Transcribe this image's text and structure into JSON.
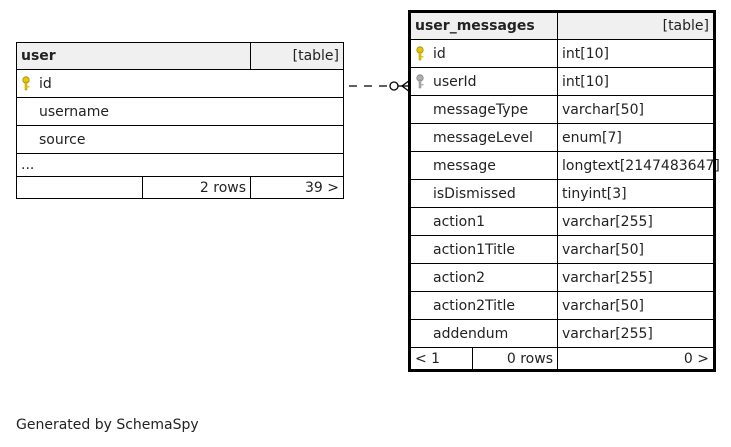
{
  "user_table": {
    "name": "user",
    "type": "[table]",
    "columns": [
      {
        "name": "id",
        "key": "primary-key-icon"
      },
      {
        "name": "username",
        "key": ""
      },
      {
        "name": "source",
        "key": ""
      }
    ],
    "ellipsis": "...",
    "footer": {
      "left": "",
      "rows": "2 rows",
      "right": "39 >"
    }
  },
  "messages_table": {
    "name": "user_messages",
    "type": "[table]",
    "columns": [
      {
        "name": "id",
        "type": "int[10]",
        "key": "primary-key-icon"
      },
      {
        "name": "userId",
        "type": "int[10]",
        "key": "foreign-key-icon"
      },
      {
        "name": "messageType",
        "type": "varchar[50]",
        "key": ""
      },
      {
        "name": "messageLevel",
        "type": "enum[7]",
        "key": ""
      },
      {
        "name": "message",
        "type": "longtext[2147483647]",
        "key": ""
      },
      {
        "name": "isDismissed",
        "type": "tinyint[3]",
        "key": ""
      },
      {
        "name": "action1",
        "type": "varchar[255]",
        "key": ""
      },
      {
        "name": "action1Title",
        "type": "varchar[50]",
        "key": ""
      },
      {
        "name": "action2",
        "type": "varchar[255]",
        "key": ""
      },
      {
        "name": "action2Title",
        "type": "varchar[50]",
        "key": ""
      },
      {
        "name": "addendum",
        "type": "varchar[255]",
        "key": ""
      }
    ],
    "footer": {
      "left": "< 1",
      "rows": "0 rows",
      "right": "0 >"
    }
  },
  "colors": {
    "primary_key": "#e8c800",
    "foreign_key": "#b0b0b0",
    "border": "#000000",
    "header_bg": "#f0f0f0"
  },
  "generated_by": "Generated by SchemaSpy"
}
